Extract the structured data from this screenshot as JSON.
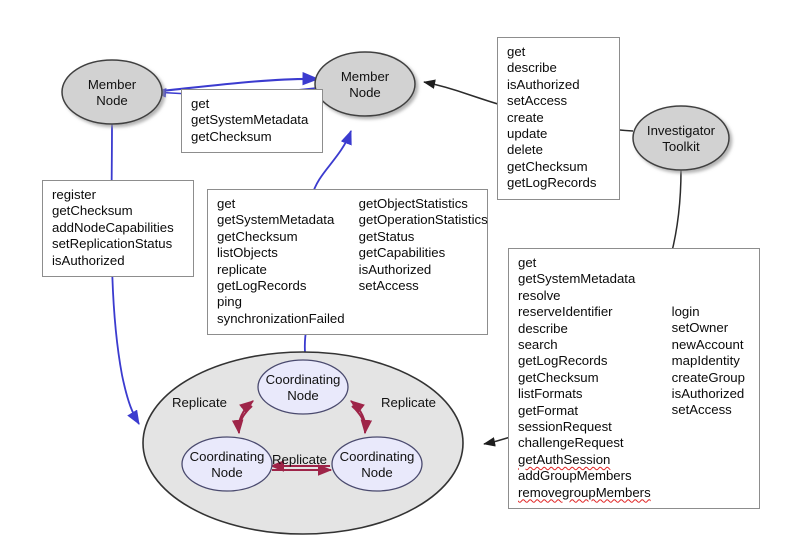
{
  "diagram": {
    "title": "DataONE service architecture interaction diagram",
    "colors": {
      "member_node_fill": "#d2d2d2",
      "member_node_stroke": "#3f3f3f",
      "coordinating_node_fill": "#e9e9fb",
      "coordinating_node_stroke": "#4a4a6e",
      "cluster_fill": "#e4e4e4",
      "cluster_stroke": "#333333",
      "blue_edge": "#3b3bcf",
      "black_edge": "#2b2b2b",
      "replicate_edge": "#9e2448",
      "box_border": "#8d8d8d",
      "spellcheck_underline": "#e02222"
    },
    "nodes": {
      "member_node_left": {
        "line1": "Member",
        "line2": "Node"
      },
      "member_node_right": {
        "line1": "Member",
        "line2": "Node"
      },
      "investigator_toolkit": {
        "line1": "Investigator",
        "line2": "Toolkit"
      },
      "coordinating_node_top": {
        "line1": "Coordinating",
        "line2": "Node"
      },
      "coordinating_node_left": {
        "line1": "Coordinating",
        "line2": "Node"
      },
      "coordinating_node_right": {
        "line1": "Coordinating",
        "line2": "Node"
      }
    },
    "edge_labels": {
      "replicate_left": "Replicate",
      "replicate_right": "Replicate",
      "replicate_bottom": "Replicate"
    },
    "boxes": {
      "mn_to_mn": {
        "columns": [
          {
            "items": [
              {
                "text": "get"
              },
              {
                "text": "getSystemMetadata"
              },
              {
                "text": "getChecksum"
              }
            ]
          }
        ]
      },
      "mn_register": {
        "columns": [
          {
            "items": [
              {
                "text": "register"
              },
              {
                "text": "getChecksum"
              },
              {
                "text": "addNodeCapabilities"
              },
              {
                "text": "setReplicationStatus"
              },
              {
                "text": "isAuthorized"
              }
            ]
          }
        ]
      },
      "cn_to_mn": {
        "columns": [
          {
            "items": [
              {
                "text": "get"
              },
              {
                "text": "getSystemMetadata"
              },
              {
                "text": "getChecksum"
              },
              {
                "text": "listObjects"
              },
              {
                "text": "replicate"
              },
              {
                "text": "getLogRecords"
              },
              {
                "text": "ping"
              },
              {
                "text": "synchronizationFailed"
              }
            ]
          },
          {
            "items": [
              {
                "text": "getObjectStatistics"
              },
              {
                "text": "getOperationStatistics"
              },
              {
                "text": "getStatus"
              },
              {
                "text": "getCapabilities"
              },
              {
                "text": "isAuthorized"
              },
              {
                "text": "setAccess"
              }
            ]
          }
        ]
      },
      "itk_to_mn": {
        "columns": [
          {
            "items": [
              {
                "text": "get"
              },
              {
                "text": "describe"
              },
              {
                "text": "isAuthorized"
              },
              {
                "text": "setAccess"
              },
              {
                "text": "create"
              },
              {
                "text": "update"
              },
              {
                "text": "delete"
              },
              {
                "text": "getChecksum"
              },
              {
                "text": "getLogRecords"
              }
            ]
          }
        ]
      },
      "itk_to_cn": {
        "columns": [
          {
            "items": [
              {
                "text": "get"
              },
              {
                "text": "getSystemMetadata"
              },
              {
                "text": "resolve"
              },
              {
                "text": "reserveIdentifier"
              },
              {
                "text": "describe"
              },
              {
                "text": "search"
              },
              {
                "text": "getLogRecords"
              },
              {
                "text": "getChecksum"
              },
              {
                "text": "listFormats"
              },
              {
                "text": "getFormat"
              },
              {
                "text": "sessionRequest"
              },
              {
                "text": "challengeRequest"
              },
              {
                "text": "getAuthSession",
                "spellcheck_flagged": true
              },
              {
                "text": "addGroupMembers"
              },
              {
                "text": "removegroupMembers",
                "spellcheck_flagged": true
              }
            ]
          },
          {
            "items": [
              {
                "text": "login"
              },
              {
                "text": "setOwner"
              },
              {
                "text": "newAccount"
              },
              {
                "text": "mapIdentity"
              },
              {
                "text": "createGroup"
              },
              {
                "text": "isAuthorized"
              },
              {
                "text": "setAccess"
              }
            ]
          }
        ]
      }
    }
  }
}
